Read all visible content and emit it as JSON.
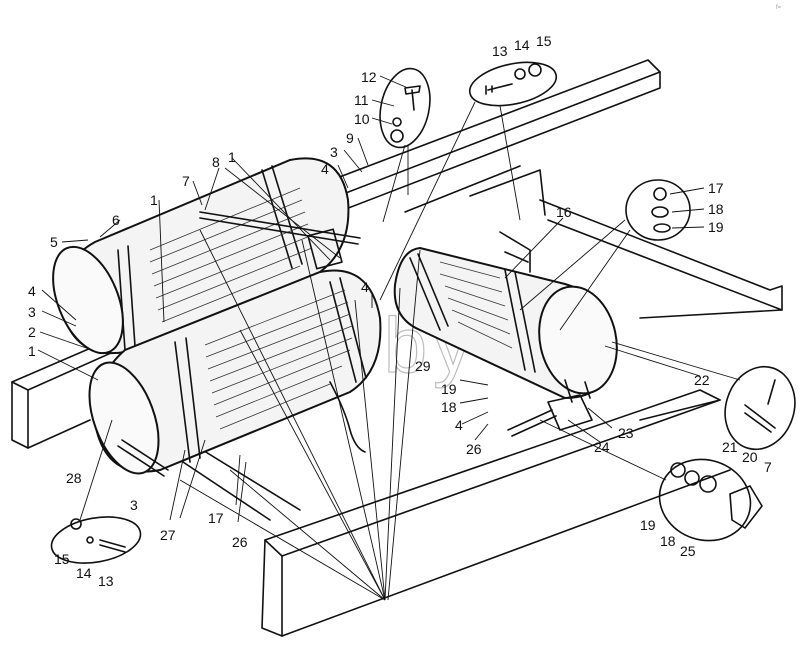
{
  "watermark": "mazIk.by",
  "corner_mark": "f=",
  "callouts": [
    {
      "id": "c-12a",
      "text": "12"
    },
    {
      "id": "c-11a",
      "text": "11"
    },
    {
      "id": "c-10a",
      "text": "10"
    },
    {
      "id": "c-13a",
      "text": "13"
    },
    {
      "id": "c-14a",
      "text": "14"
    },
    {
      "id": "c-15a",
      "text": "15"
    },
    {
      "id": "c-8",
      "text": "8"
    },
    {
      "id": "c-1a",
      "text": "1"
    },
    {
      "id": "c-3a",
      "text": "3"
    },
    {
      "id": "c-9",
      "text": "9"
    },
    {
      "id": "c-4a",
      "text": "4"
    },
    {
      "id": "c-7a",
      "text": "7"
    },
    {
      "id": "c-1b",
      "text": "1"
    },
    {
      "id": "c-6",
      "text": "6"
    },
    {
      "id": "c-5",
      "text": "5"
    },
    {
      "id": "c-17a",
      "text": "17"
    },
    {
      "id": "c-18a",
      "text": "18"
    },
    {
      "id": "c-19a",
      "text": "19"
    },
    {
      "id": "c-16",
      "text": "16"
    },
    {
      "id": "c-4b",
      "text": "4"
    },
    {
      "id": "c-3b",
      "text": "3"
    },
    {
      "id": "c-4c",
      "text": "4"
    },
    {
      "id": "c-2",
      "text": "2"
    },
    {
      "id": "c-1c",
      "text": "1"
    },
    {
      "id": "c-29",
      "text": "29"
    },
    {
      "id": "c-19b",
      "text": "19"
    },
    {
      "id": "c-18b",
      "text": "18"
    },
    {
      "id": "c-4d",
      "text": "4"
    },
    {
      "id": "c-26a",
      "text": "26"
    },
    {
      "id": "c-22",
      "text": "22"
    },
    {
      "id": "c-23",
      "text": "23"
    },
    {
      "id": "c-24",
      "text": "24"
    },
    {
      "id": "c-21",
      "text": "21"
    },
    {
      "id": "c-20",
      "text": "20"
    },
    {
      "id": "c-28",
      "text": "28"
    },
    {
      "id": "c-3c",
      "text": "3"
    },
    {
      "id": "c-27",
      "text": "27"
    },
    {
      "id": "c-17b",
      "text": "17"
    },
    {
      "id": "c-26b",
      "text": "26"
    },
    {
      "id": "c-15b",
      "text": "15"
    },
    {
      "id": "c-14b",
      "text": "14"
    },
    {
      "id": "c-13b",
      "text": "13"
    },
    {
      "id": "c-19c",
      "text": "19"
    },
    {
      "id": "c-18c",
      "text": "18"
    },
    {
      "id": "c-25",
      "text": "25"
    },
    {
      "id": "c-7b",
      "text": "7"
    }
  ]
}
